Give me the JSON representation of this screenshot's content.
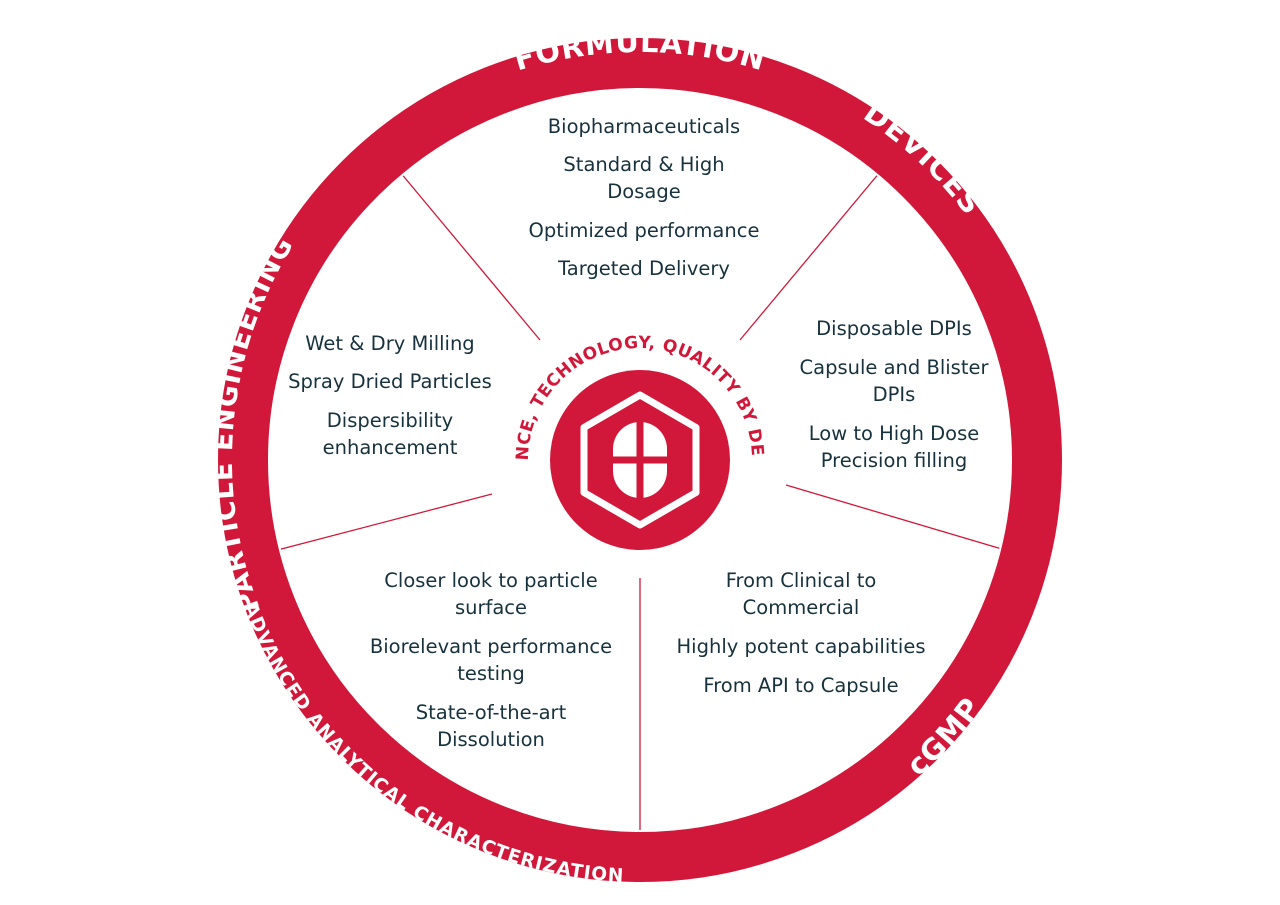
{
  "diagram": {
    "ring_labels": {
      "formulation": "FORMULATION",
      "devices": "DEVICES",
      "cgmp": "cGMP",
      "advanced": "ADVANCED ANALYTICAL CHARACTERIZATION",
      "particle": "PARTICLE ENGINEERING"
    },
    "center_label": "SCIENCE, TECHNOLOGY, QUALITY BY DESIGN",
    "segments": {
      "formulation": [
        "Biopharmaceuticals",
        "Standard & High",
        "Dosage",
        "Optimized performance",
        "Targeted Delivery"
      ],
      "devices": [
        "Disposable DPIs",
        "Capsule and Blister",
        "DPIs",
        "Low to High Dose",
        "Precision filling"
      ],
      "cgmp": [
        "From Clinical to",
        "Commercial",
        "Highly potent capabilities",
        "From API to Capsule"
      ],
      "advanced": [
        "Closer look to particle",
        "surface",
        "Biorelevant performance",
        "testing",
        "State-of-the-art",
        "Dissolution"
      ],
      "particle": [
        "Wet & Dry Milling",
        "Spray Dried Particles",
        "Dispersibility",
        "enhancement"
      ]
    },
    "colors": {
      "accent": "#d2183a",
      "text": "#17323d",
      "background": "#ffffff"
    },
    "center_icon": "capsule-hexagon-icon"
  }
}
